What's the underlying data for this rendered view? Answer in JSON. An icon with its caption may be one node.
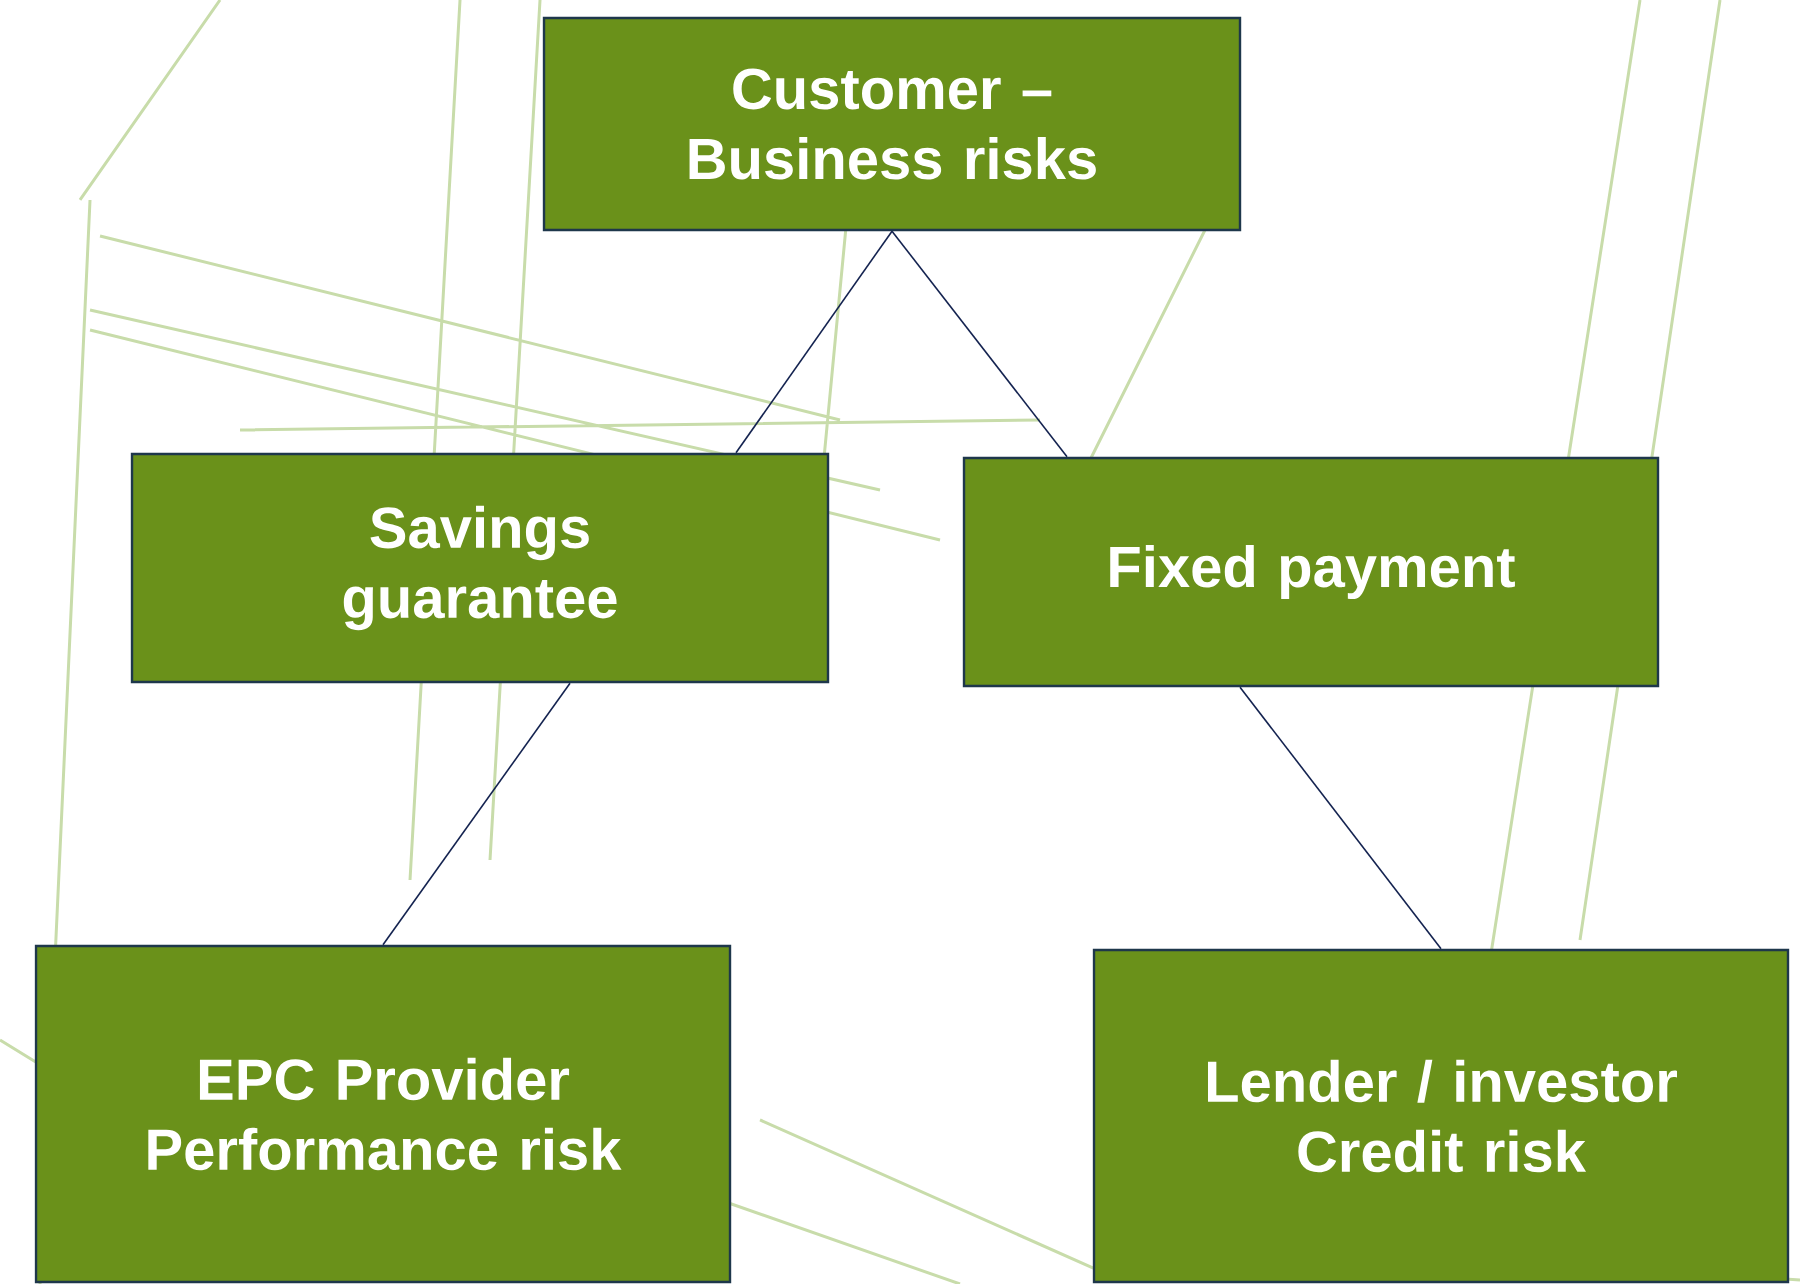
{
  "diagram": {
    "nodes": [
      {
        "text": [
          "Customer – Business risks"
        ]
      },
      {
        "text": [
          "Savings guarantee"
        ]
      },
      {
        "text": [
          "Fixed payment"
        ]
      },
      {
        "text": [
          "EPC Provider Performance risk"
        ]
      },
      {
        "text": [
          "Lender / investor Credit risk"
        ]
      }
    ],
    "edges": [
      {
        "from": 0,
        "to": 1,
        "arrow": "none"
      },
      {
        "from": 0,
        "to": 2,
        "arrow": "none"
      },
      {
        "from": 1,
        "to": 3,
        "arrow": "none"
      },
      {
        "from": 2,
        "to": 4,
        "arrow": "none"
      }
    ]
  }
}
